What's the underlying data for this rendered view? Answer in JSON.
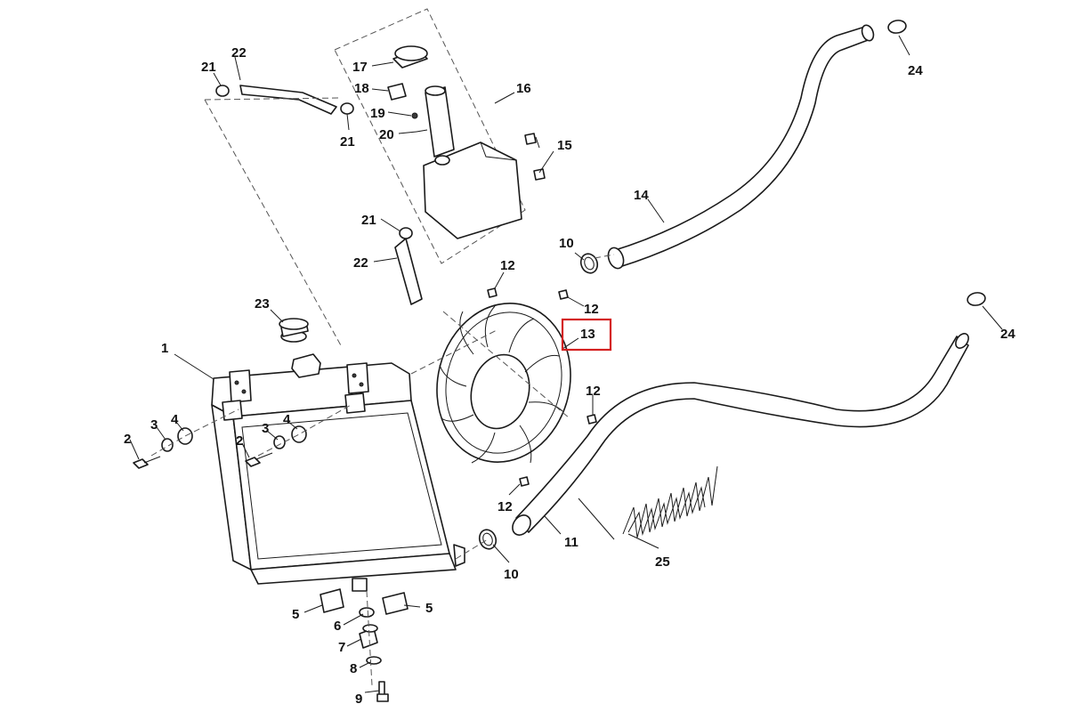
{
  "callouts": {
    "c1": "1",
    "c2a": "2",
    "c2b": "2",
    "c3a": "3",
    "c3b": "3",
    "c4a": "4",
    "c4b": "4",
    "c5a": "5",
    "c5b": "5",
    "c6": "6",
    "c7": "7",
    "c8": "8",
    "c9": "9",
    "c10a": "10",
    "c10b": "10",
    "c11": "11",
    "c12a": "12",
    "c12b": "12",
    "c12c": "12",
    "c12d": "12",
    "c13": "13",
    "c14": "14",
    "c15": "15",
    "c16": "16",
    "c17": "17",
    "c18": "18",
    "c19": "19",
    "c20": "20",
    "c21a": "21",
    "c21b": "21",
    "c21c": "21",
    "c22a": "22",
    "c22b": "22",
    "c23": "23",
    "c24a": "24",
    "c24b": "24",
    "c25": "25"
  },
  "highlight": {
    "label": "13",
    "color": "#d42020"
  }
}
